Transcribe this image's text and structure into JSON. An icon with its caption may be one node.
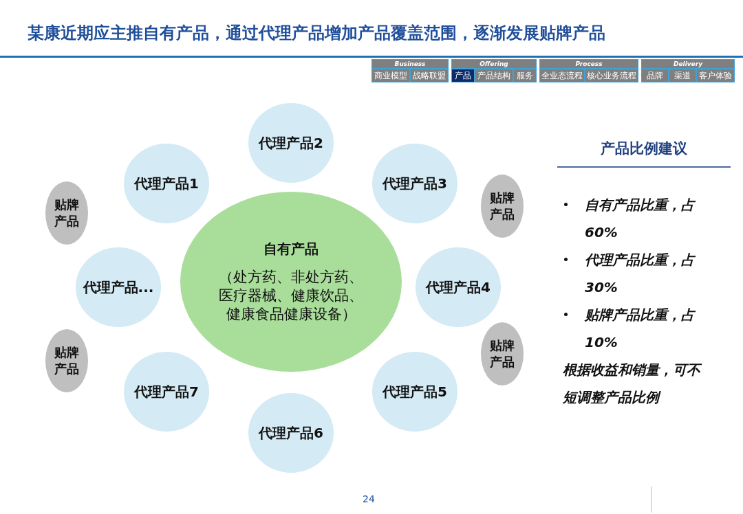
{
  "diagram": {
    "title": "某康近期应主推自有产品，通过代理产品增加产品覆盖范围，逐渐发展贴牌产品",
    "nodes": [
      {
        "text": [
          "代理产品2"
        ]
      },
      {
        "text": [
          "代理产品1"
        ]
      },
      {
        "text": [
          "代理产品3"
        ]
      },
      {
        "text": [
          "贴牌产品"
        ]
      },
      {
        "text": [
          "贴牌产品"
        ]
      },
      {
        "text": [
          "自有产品",
          "（处方药、非处方药、医疗器械、健康饮品、健康食品健康设备）"
        ]
      },
      {
        "text": [
          "代理产品..."
        ]
      },
      {
        "text": [
          "代理产品4"
        ]
      },
      {
        "text": [
          "贴牌产品"
        ]
      },
      {
        "text": [
          "贴牌产品"
        ]
      },
      {
        "text": [
          "代理产品7"
        ]
      },
      {
        "text": [
          "代理产品5"
        ]
      },
      {
        "text": [
          "代理产品6"
        ]
      }
    ],
    "labels": [
      "Business",
      "Offering",
      "Process",
      "Delivery",
      "商业模型",
      "战略联盟",
      "产品",
      "产品结构",
      "服务",
      "全业态流程",
      "核心业务流程",
      "品牌",
      "渠道",
      "客户体验",
      "产品比例建议",
      "自有产品比重，占 60%",
      "代理产品比重，占 30%",
      "贴牌产品比重，占 10%",
      "根据收益和销量，可不短调整产品比例",
      "24"
    ]
  }
}
